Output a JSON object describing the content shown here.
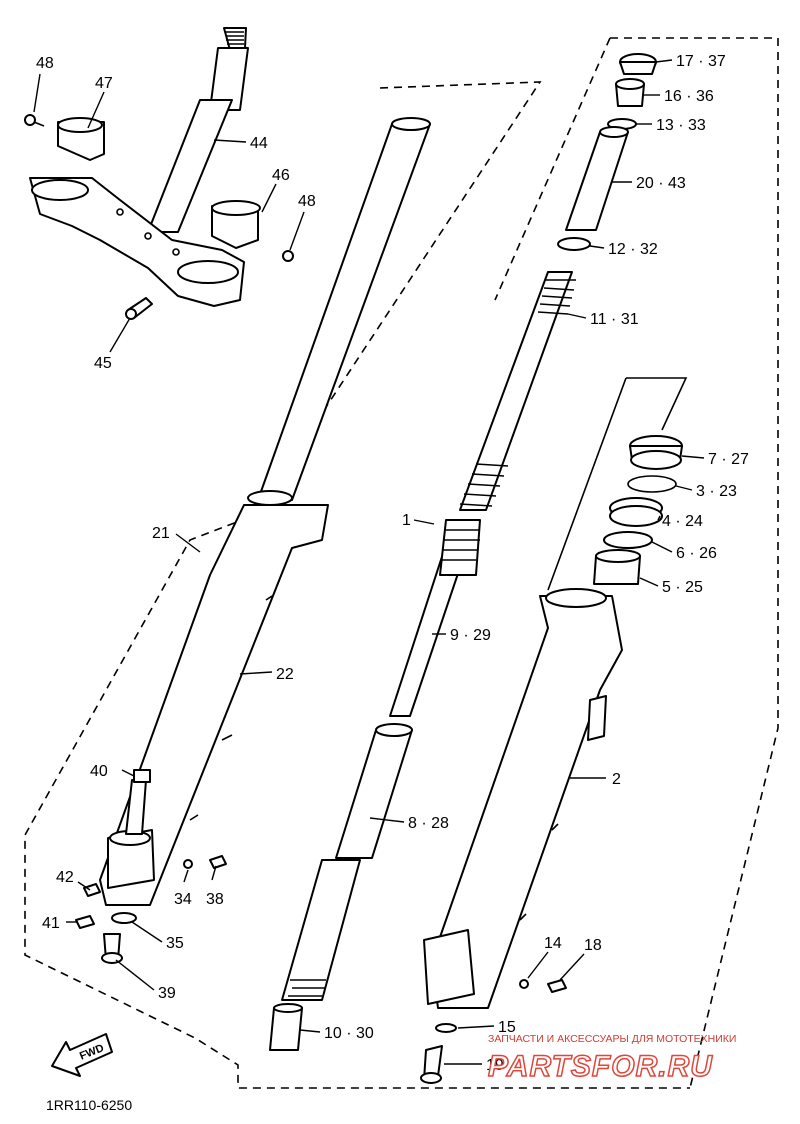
{
  "diagram_code": "1RR110-6250",
  "fwd_arrow_label": "FWD",
  "watermark": {
    "line1": "ЗАПЧАСТИ И АКСЕССУАРЫ ДЛЯ МОТОТЕХНИКИ",
    "line2": "PARTSFOR.RU"
  },
  "callouts": {
    "c48a": "48",
    "c47": "47",
    "c44": "44",
    "c46": "46",
    "c48b": "48",
    "c45": "45",
    "c21": "21",
    "c22": "22",
    "c40": "40",
    "c42": "42",
    "c41": "41",
    "c34": "34",
    "c38": "38",
    "c35": "35",
    "c39": "39",
    "c1": "1",
    "c9": "9 · 29",
    "c8": "8 · 28",
    "c10": "10 · 30",
    "c17": "17 · 37",
    "c16": "16 · 36",
    "c13": "13 · 33",
    "c20": "20 · 43",
    "c12": "12 · 32",
    "c11": "11 · 31",
    "c7": "7 · 27",
    "c3": "3 · 23",
    "c4": "4 · 24",
    "c6": "6 · 26",
    "c5": "5 · 25",
    "c2": "2",
    "c14": "14",
    "c18": "18",
    "c15": "15",
    "c19": "19"
  }
}
